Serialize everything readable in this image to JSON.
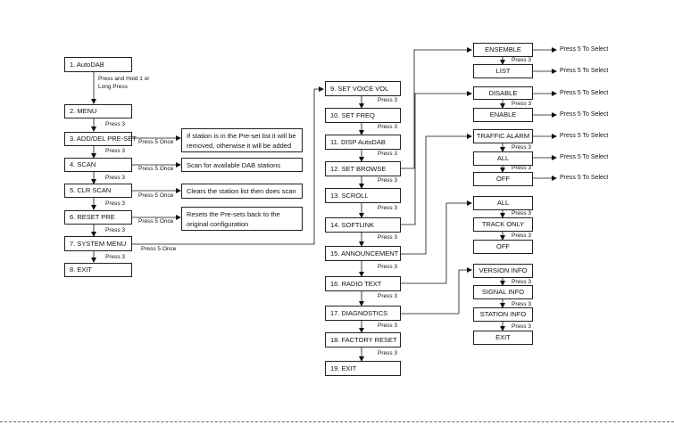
{
  "main_menu": {
    "autodab": "1. AutoDAB",
    "hold_note": "Press and Hold 1 or Long Press",
    "menu": "2. MENU",
    "add_del": "3. ADD/DEL PRE-SET",
    "scan": "4. SCAN",
    "clr_scan": "5. CLR SCAN",
    "reset_pre": "6. RESET PRE",
    "system_menu": "7. SYSTEM MENU",
    "exit": "8. EXIT"
  },
  "press_3": "Press 3",
  "press_5_once": "Press 5 Once",
  "press_5_select": "Press 5 To Select",
  "descriptions": {
    "add_del": "If station is in the Pre-set list it will be removed, otherwise it will be added",
    "scan": "Scan for available DAB stations",
    "clr_scan": "Clears the station list then does scan",
    "reset_pre": "Resets the Pre-sets back to the original configuration"
  },
  "system_menu": {
    "voice_vol": "9. SET VOICE VOL",
    "set_freq": "10. SET FREQ",
    "disp_autodab": "11. DISP AutoDAB",
    "set_browse": "12. SET BROWSE",
    "scroll": "13. SCROLL",
    "softlink": "14. SOFTLINK",
    "announcement": "15. ANNOUNCEMENT",
    "radio_text": "16. RADIO TEXT",
    "diagnostics": "17. DIAGNOSTICS",
    "factory_reset": "18. FACTORY RESET",
    "exit": "19. EXIT"
  },
  "browse_options": {
    "ensemble": "ENSEMBLE",
    "list": "LIST"
  },
  "softlink_options": {
    "disable": "DISABLE",
    "enable": "ENABLE"
  },
  "announcement_options": {
    "traffic_alarm": "TRAFFIC ALARM",
    "all": "ALL",
    "off": "OFF"
  },
  "radio_text_options": {
    "all": "ALL",
    "track_only": "TRACK ONLY",
    "off": "OFF"
  },
  "diagnostics_options": {
    "version_info": "VERSION INFO",
    "signal_info": "SIGNAL INFO",
    "station_info": "STATION INFO",
    "exit": "EXIT"
  }
}
